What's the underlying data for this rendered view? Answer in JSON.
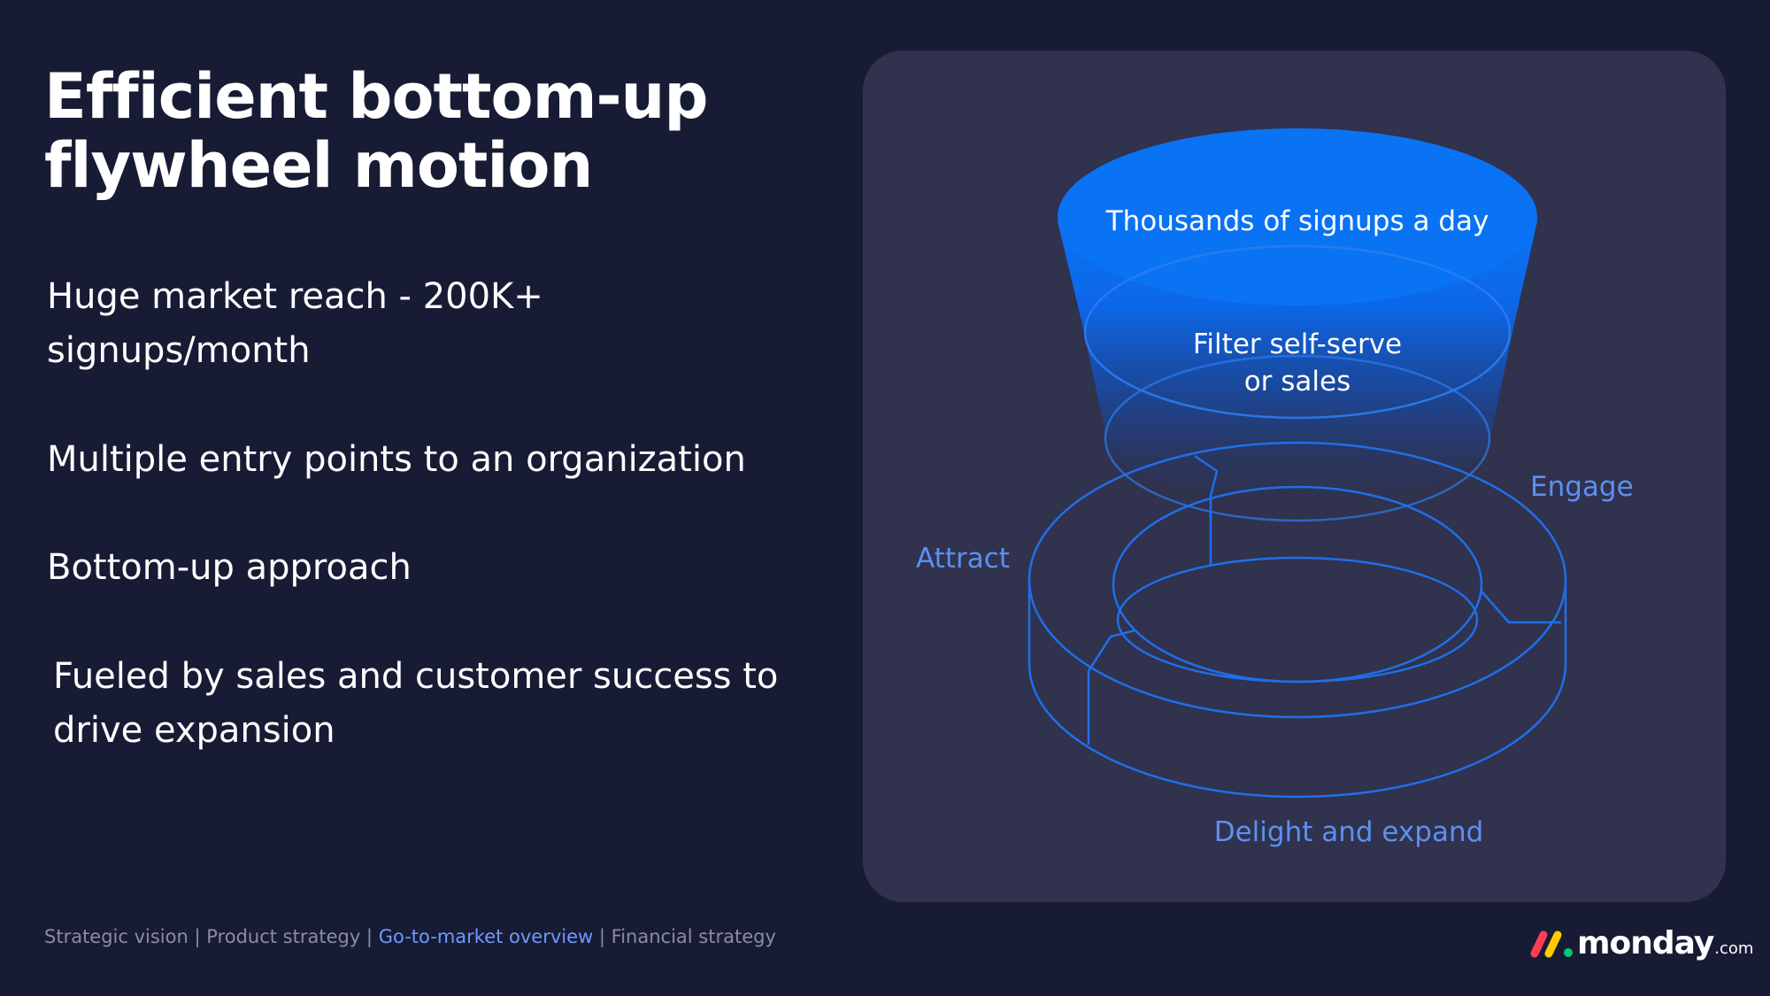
{
  "title": {
    "line1": "Efficient bottom-up",
    "line2": "flywheel motion"
  },
  "bullets": [
    "Huge market reach - 200K+ signups/month",
    "Multiple entry points to an organization",
    "Bottom-up approach",
    "Fueled by sales and customer success to drive expansion"
  ],
  "diagram": {
    "funnel_top": "Thousands of signups a day",
    "funnel_mid_line1": "Filter self-serve",
    "funnel_mid_line2": "or sales",
    "attract": "Attract",
    "engage": "Engage",
    "delight": "Delight and expand"
  },
  "footer": {
    "items": [
      "Strategic vision",
      "Product strategy",
      "Go-to-market overview",
      "Financial strategy"
    ],
    "separator": " | ",
    "active_index": 2
  },
  "logo": {
    "word": "monday",
    "suffix": ".com"
  },
  "colors": {
    "background": "#181b34",
    "panel": "#30324e",
    "funnel_blue": "#0a73f4",
    "outline_blue": "#1f6fe8",
    "label_blue": "#5c90f2",
    "footer_active": "#6c9aff",
    "footer_text": "#8a8ca5",
    "logo_red": "#ff3d57",
    "logo_yellow": "#ffcb00",
    "logo_green": "#00ca72"
  }
}
